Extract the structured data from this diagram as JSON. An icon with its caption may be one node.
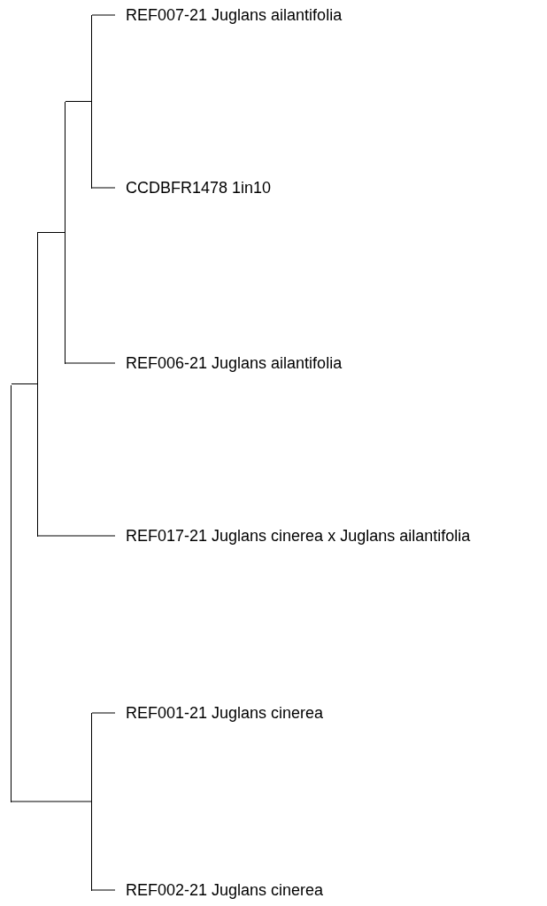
{
  "diagram": {
    "nodes": [
      {
        "text": [],
        "shape": "bar"
      },
      {
        "text": [],
        "shape": "bar"
      },
      {
        "text": [],
        "shape": "bar"
      },
      {
        "text": [],
        "shape": "bar"
      },
      {
        "text": [
          "REF007-21 Juglans ailantifolia"
        ]
      },
      {
        "text": [
          "CCDBFR1478 1in10"
        ]
      },
      {
        "text": [
          "REF006-21 Juglans ailantifolia"
        ]
      },
      {
        "text": [
          "REF017-21 Juglans cinerea x Juglans ailantifolia"
        ]
      },
      {
        "text": [],
        "shape": "bar"
      },
      {
        "text": [
          "REF001-21 Juglans cinerea"
        ]
      },
      {
        "text": [
          "REF002-21 Juglans cinerea"
        ]
      }
    ],
    "edges": [
      {
        "from": 0,
        "to": 1,
        "arrow": "none"
      },
      {
        "from": 0,
        "to": 8,
        "arrow": "none"
      },
      {
        "from": 1,
        "to": 2,
        "arrow": "none"
      },
      {
        "from": 1,
        "to": 7,
        "arrow": "none"
      },
      {
        "from": 2,
        "to": 3,
        "arrow": "none"
      },
      {
        "from": 2,
        "to": 6,
        "arrow": "none"
      },
      {
        "from": 3,
        "to": 4,
        "arrow": "none"
      },
      {
        "from": 3,
        "to": 5,
        "arrow": "none"
      },
      {
        "from": 8,
        "to": 9,
        "arrow": "none"
      },
      {
        "from": 8,
        "to": 10,
        "arrow": "none"
      }
    ]
  }
}
